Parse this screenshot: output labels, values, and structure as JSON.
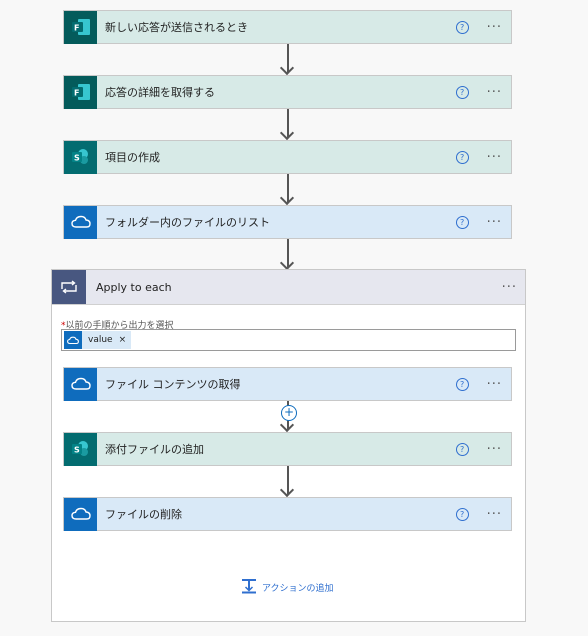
{
  "steps": [
    {
      "label": "新しい応答が送信されるとき",
      "icon": "forms-icon",
      "more": "···"
    },
    {
      "label": "応答の詳細を取得する",
      "icon": "forms-icon",
      "more": "···"
    },
    {
      "label": "項目の作成",
      "icon": "sharepoint-icon",
      "more": "···"
    },
    {
      "label": "フォルダー内のファイルのリスト",
      "icon": "onedrive-icon",
      "more": "···"
    }
  ],
  "apply_to_each": {
    "title": "Apply to each",
    "more": "···",
    "field_label": "以前の手順から出力を選択",
    "required_mark": "*",
    "token": {
      "label": "value",
      "remove": "×"
    },
    "inner_steps": [
      {
        "label": "ファイル コンテンツの取得",
        "icon": "onedrive-icon",
        "more": "···"
      },
      {
        "label": "添付ファイルの追加",
        "icon": "sharepoint-icon",
        "more": "···"
      },
      {
        "label": "ファイルの削除",
        "icon": "onedrive-icon",
        "more": "···"
      }
    ],
    "add_action": "アクションの追加",
    "insert_step": "+"
  },
  "help_glyph": "?",
  "colors": {
    "forms": "#045b5b",
    "sharepoint": "#036c70",
    "onedrive": "#0f6cbd",
    "loop": "#485780",
    "link": "#2f6fcf"
  }
}
